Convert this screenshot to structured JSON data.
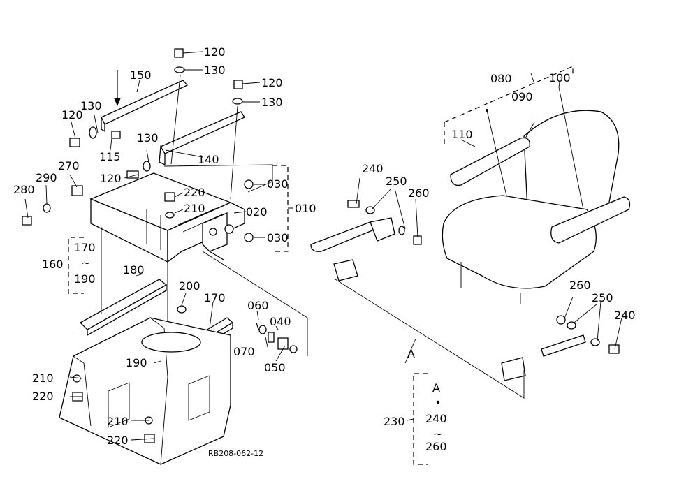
{
  "drawing_code": "RB208-062-12",
  "labels": {
    "p120a": "120",
    "p130a": "130",
    "p150": "150",
    "p120b": "120",
    "p130b": "130",
    "p130c": "130",
    "p120c": "120",
    "p115": "115",
    "p130d": "130",
    "p140": "140",
    "p120d": "120",
    "p270": "270",
    "p290": "290",
    "p280": "280",
    "p220a": "220",
    "p210a": "210",
    "p030a": "030",
    "p020": "020",
    "p010": "010",
    "p030b": "030",
    "p170a": "170",
    "p160": "160",
    "p190a": "190",
    "p180": "180",
    "p200": "200",
    "p170b": "170",
    "p060": "060",
    "p040": "040",
    "p070": "070",
    "p050": "050",
    "p190b": "190",
    "p210b": "210",
    "p220b": "220",
    "p210c": "210",
    "p220c": "220",
    "p080": "080",
    "p090": "090",
    "p100": "100",
    "p110": "110",
    "p240a": "240",
    "p250a": "250",
    "p260a": "260",
    "pA1": "A",
    "p260b": "260",
    "p250b": "250",
    "p240b": "240",
    "p230": "230",
    "pA2": "A",
    "p240c": "240",
    "p260c": "260"
  },
  "range_marks": {
    "tilde1": "~",
    "tilde2": "~",
    "dot1": "•"
  }
}
